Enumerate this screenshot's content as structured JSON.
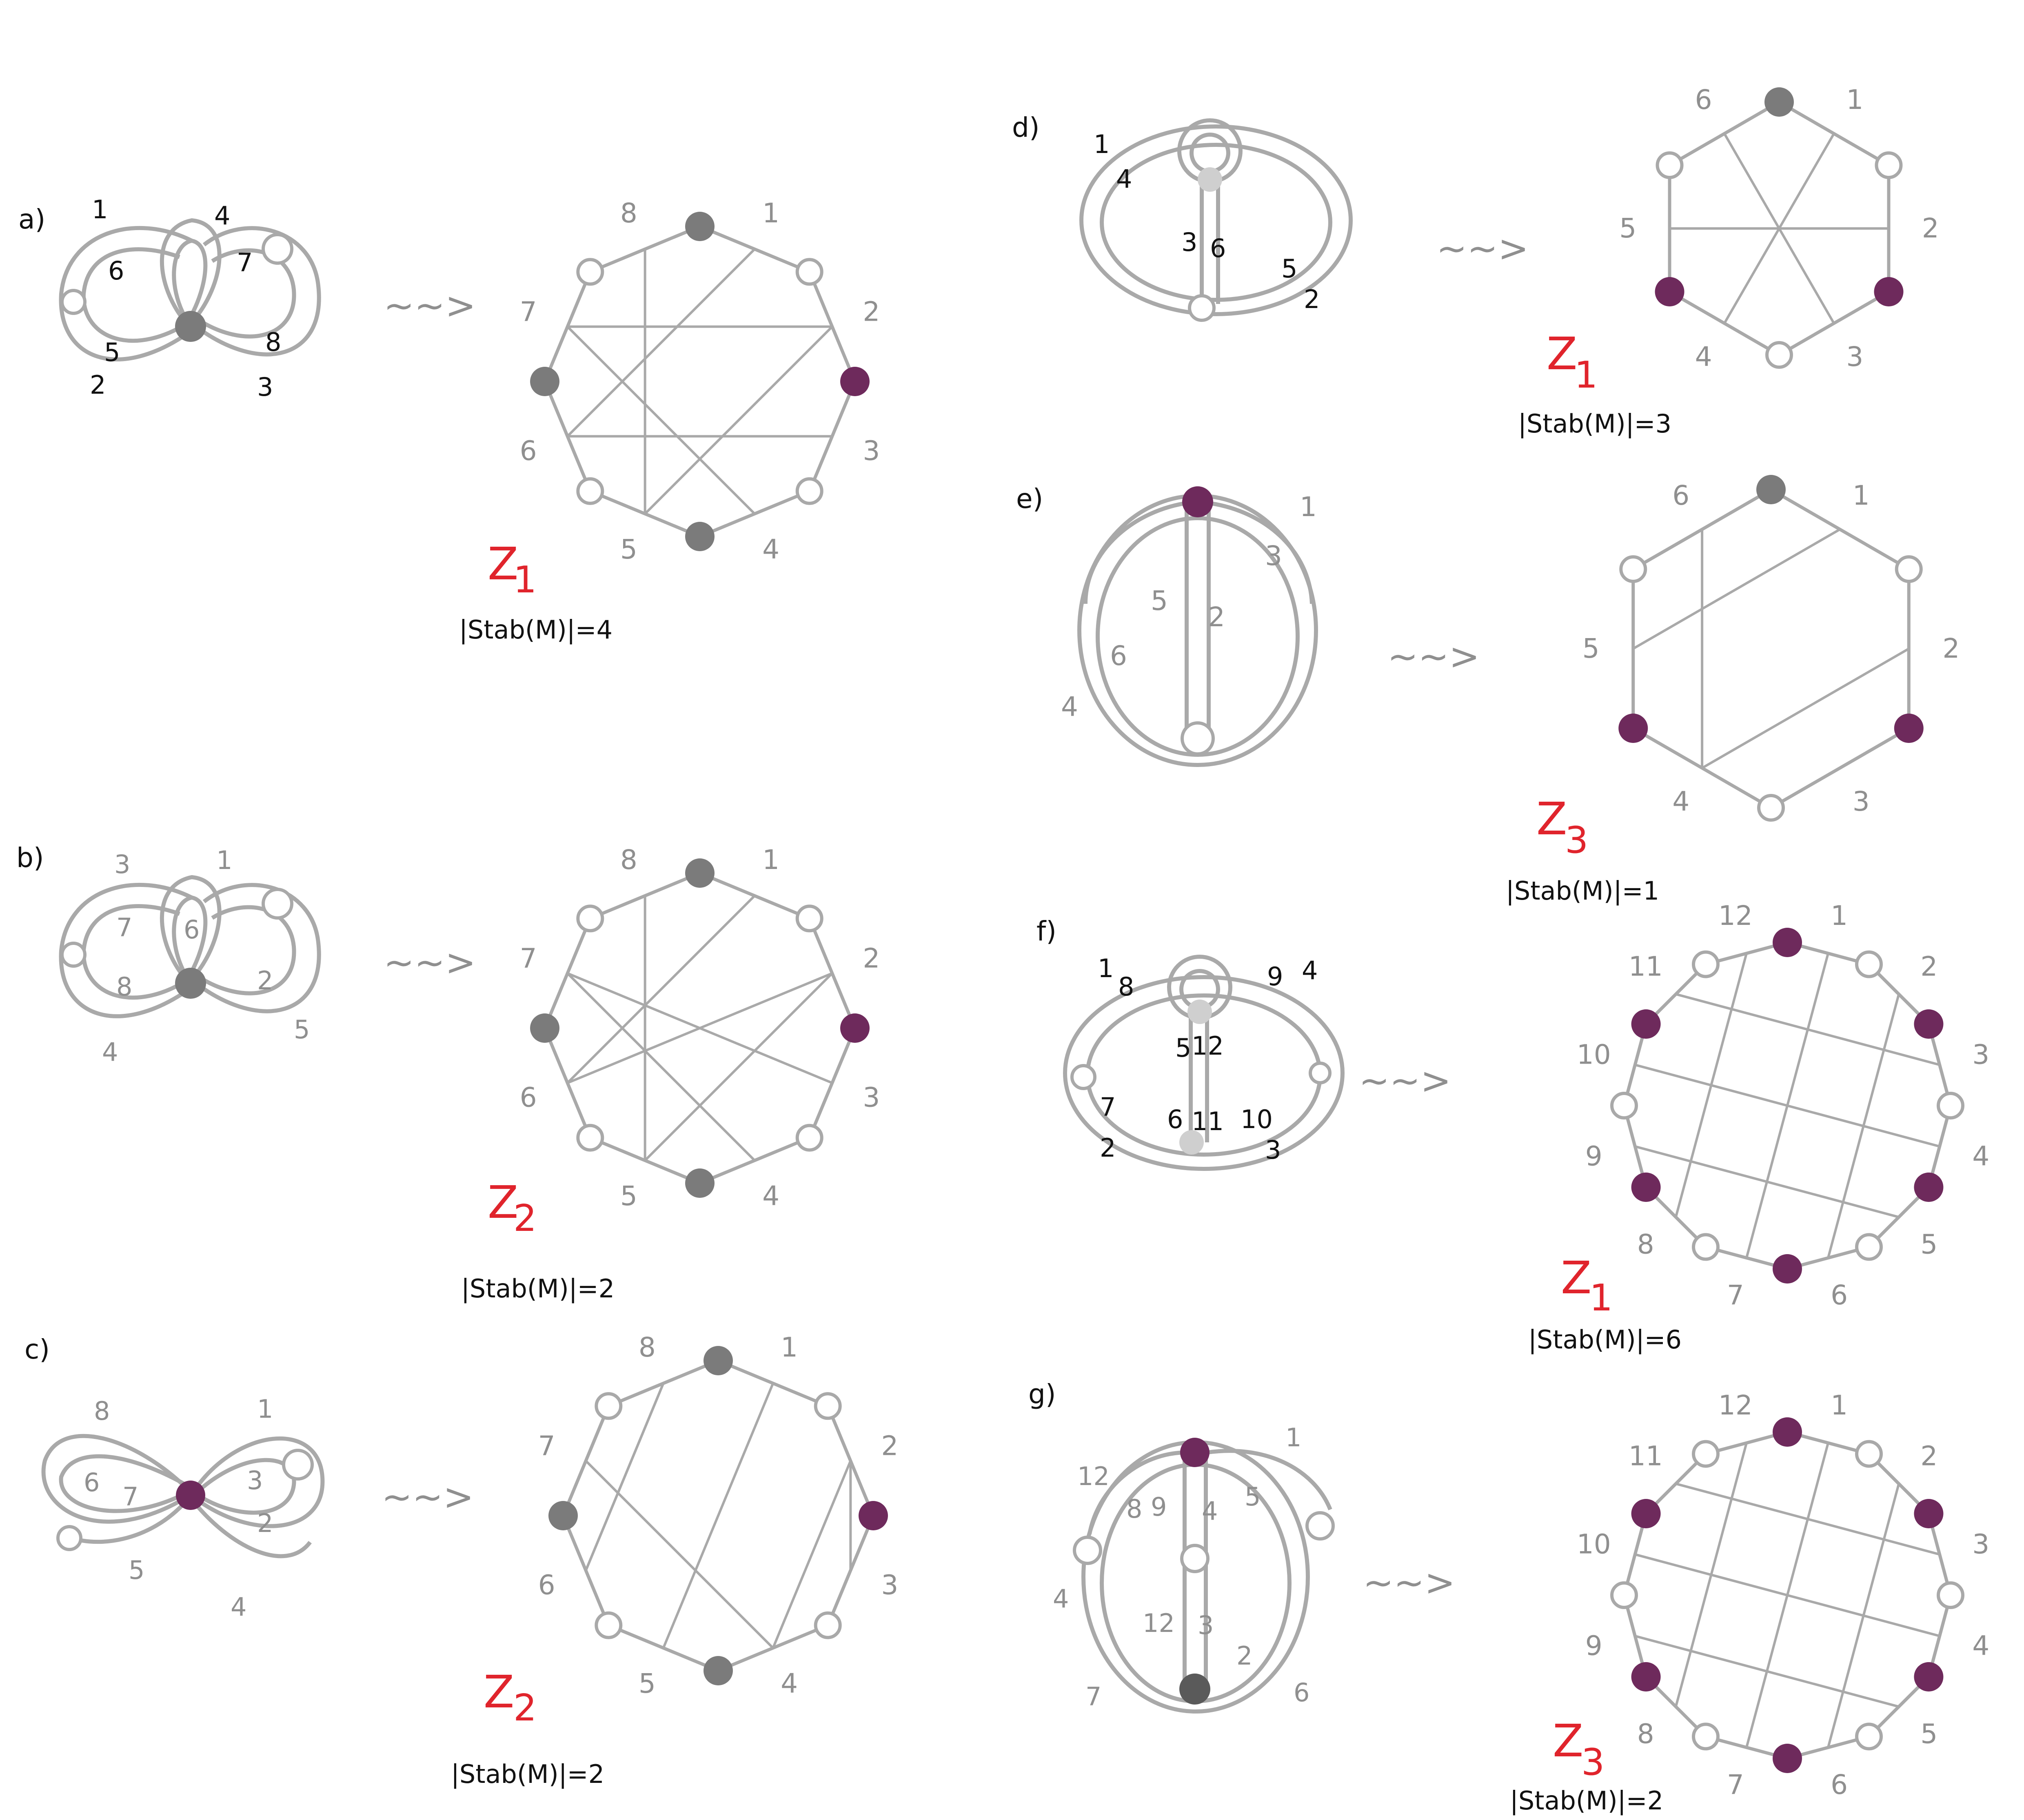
{
  "colors": {
    "stroke": "#a9a9a9",
    "vertex_gray": "#7b7b7b",
    "vertex_purple": "#6e2a5c",
    "symmetry_red": "#e0242c",
    "handwriting": "#8f8f8f",
    "text": "#111111"
  },
  "arrow_glyph": "~~>",
  "panels": [
    {
      "id": "a",
      "tag": "a)",
      "surface_labels": [
        "1",
        "4",
        "6",
        "7",
        "5",
        "8",
        "2",
        "3"
      ],
      "polygon_labels": [
        "8",
        "1",
        "2",
        "3",
        "4",
        "5",
        "6",
        "7"
      ],
      "symmetry": {
        "base": "Z",
        "index": "1"
      },
      "stab": "|Stab(M)|=4"
    },
    {
      "id": "b",
      "tag": "b)",
      "surface_labels": [
        "3",
        "1",
        "7",
        "6",
        "8",
        "2",
        "4",
        "5"
      ],
      "polygon_labels": [
        "8",
        "1",
        "2",
        "3",
        "4",
        "5",
        "6",
        "7"
      ],
      "symmetry": {
        "base": "Z",
        "index": "2"
      },
      "stab": "|Stab(M)|=2"
    },
    {
      "id": "c",
      "tag": "c)",
      "surface_labels": [
        "8",
        "1",
        "6",
        "7",
        "3",
        "2",
        "5",
        "4"
      ],
      "polygon_labels": [
        "8",
        "1",
        "2",
        "3",
        "4",
        "5",
        "6",
        "7"
      ],
      "symmetry": {
        "base": "Z",
        "index": "2"
      },
      "stab": "|Stab(M)|=2"
    },
    {
      "id": "d",
      "tag": "d)",
      "surface_labels": [
        "1",
        "4",
        "3",
        "6",
        "5",
        "2"
      ],
      "polygon_labels": [
        "6",
        "1",
        "2",
        "3",
        "4",
        "5"
      ],
      "symmetry": {
        "base": "Z",
        "index": "1"
      },
      "stab": "|Stab(M)|=3"
    },
    {
      "id": "e",
      "tag": "e)",
      "surface_labels": [
        "1",
        "3",
        "5",
        "2",
        "6",
        "4"
      ],
      "polygon_labels": [
        "6",
        "1",
        "2",
        "3",
        "4",
        "5"
      ],
      "symmetry": {
        "base": "Z",
        "index": "3"
      },
      "stab": "|Stab(M)|=1"
    },
    {
      "id": "f",
      "tag": "f)",
      "surface_labels": [
        "1",
        "8",
        "9",
        "4",
        "5",
        "12",
        "7",
        "6",
        "11",
        "10",
        "2",
        "3"
      ],
      "polygon_labels": [
        "12",
        "1",
        "2",
        "3",
        "4",
        "5",
        "6",
        "7",
        "8",
        "9",
        "10",
        "11"
      ],
      "symmetry": {
        "base": "Z",
        "index": "1"
      },
      "stab": "|Stab(M)|=6"
    },
    {
      "id": "g",
      "tag": "g)",
      "surface_labels": [
        "12",
        "1",
        "8",
        "9",
        "4",
        "5",
        "12",
        "3",
        "2",
        "4",
        "7",
        "6"
      ],
      "polygon_labels": [
        "12",
        "1",
        "2",
        "3",
        "4",
        "5",
        "6",
        "7",
        "8",
        "9",
        "10",
        "11"
      ],
      "symmetry": {
        "base": "Z",
        "index": "3"
      },
      "stab": "|Stab(M)|=2"
    }
  ]
}
